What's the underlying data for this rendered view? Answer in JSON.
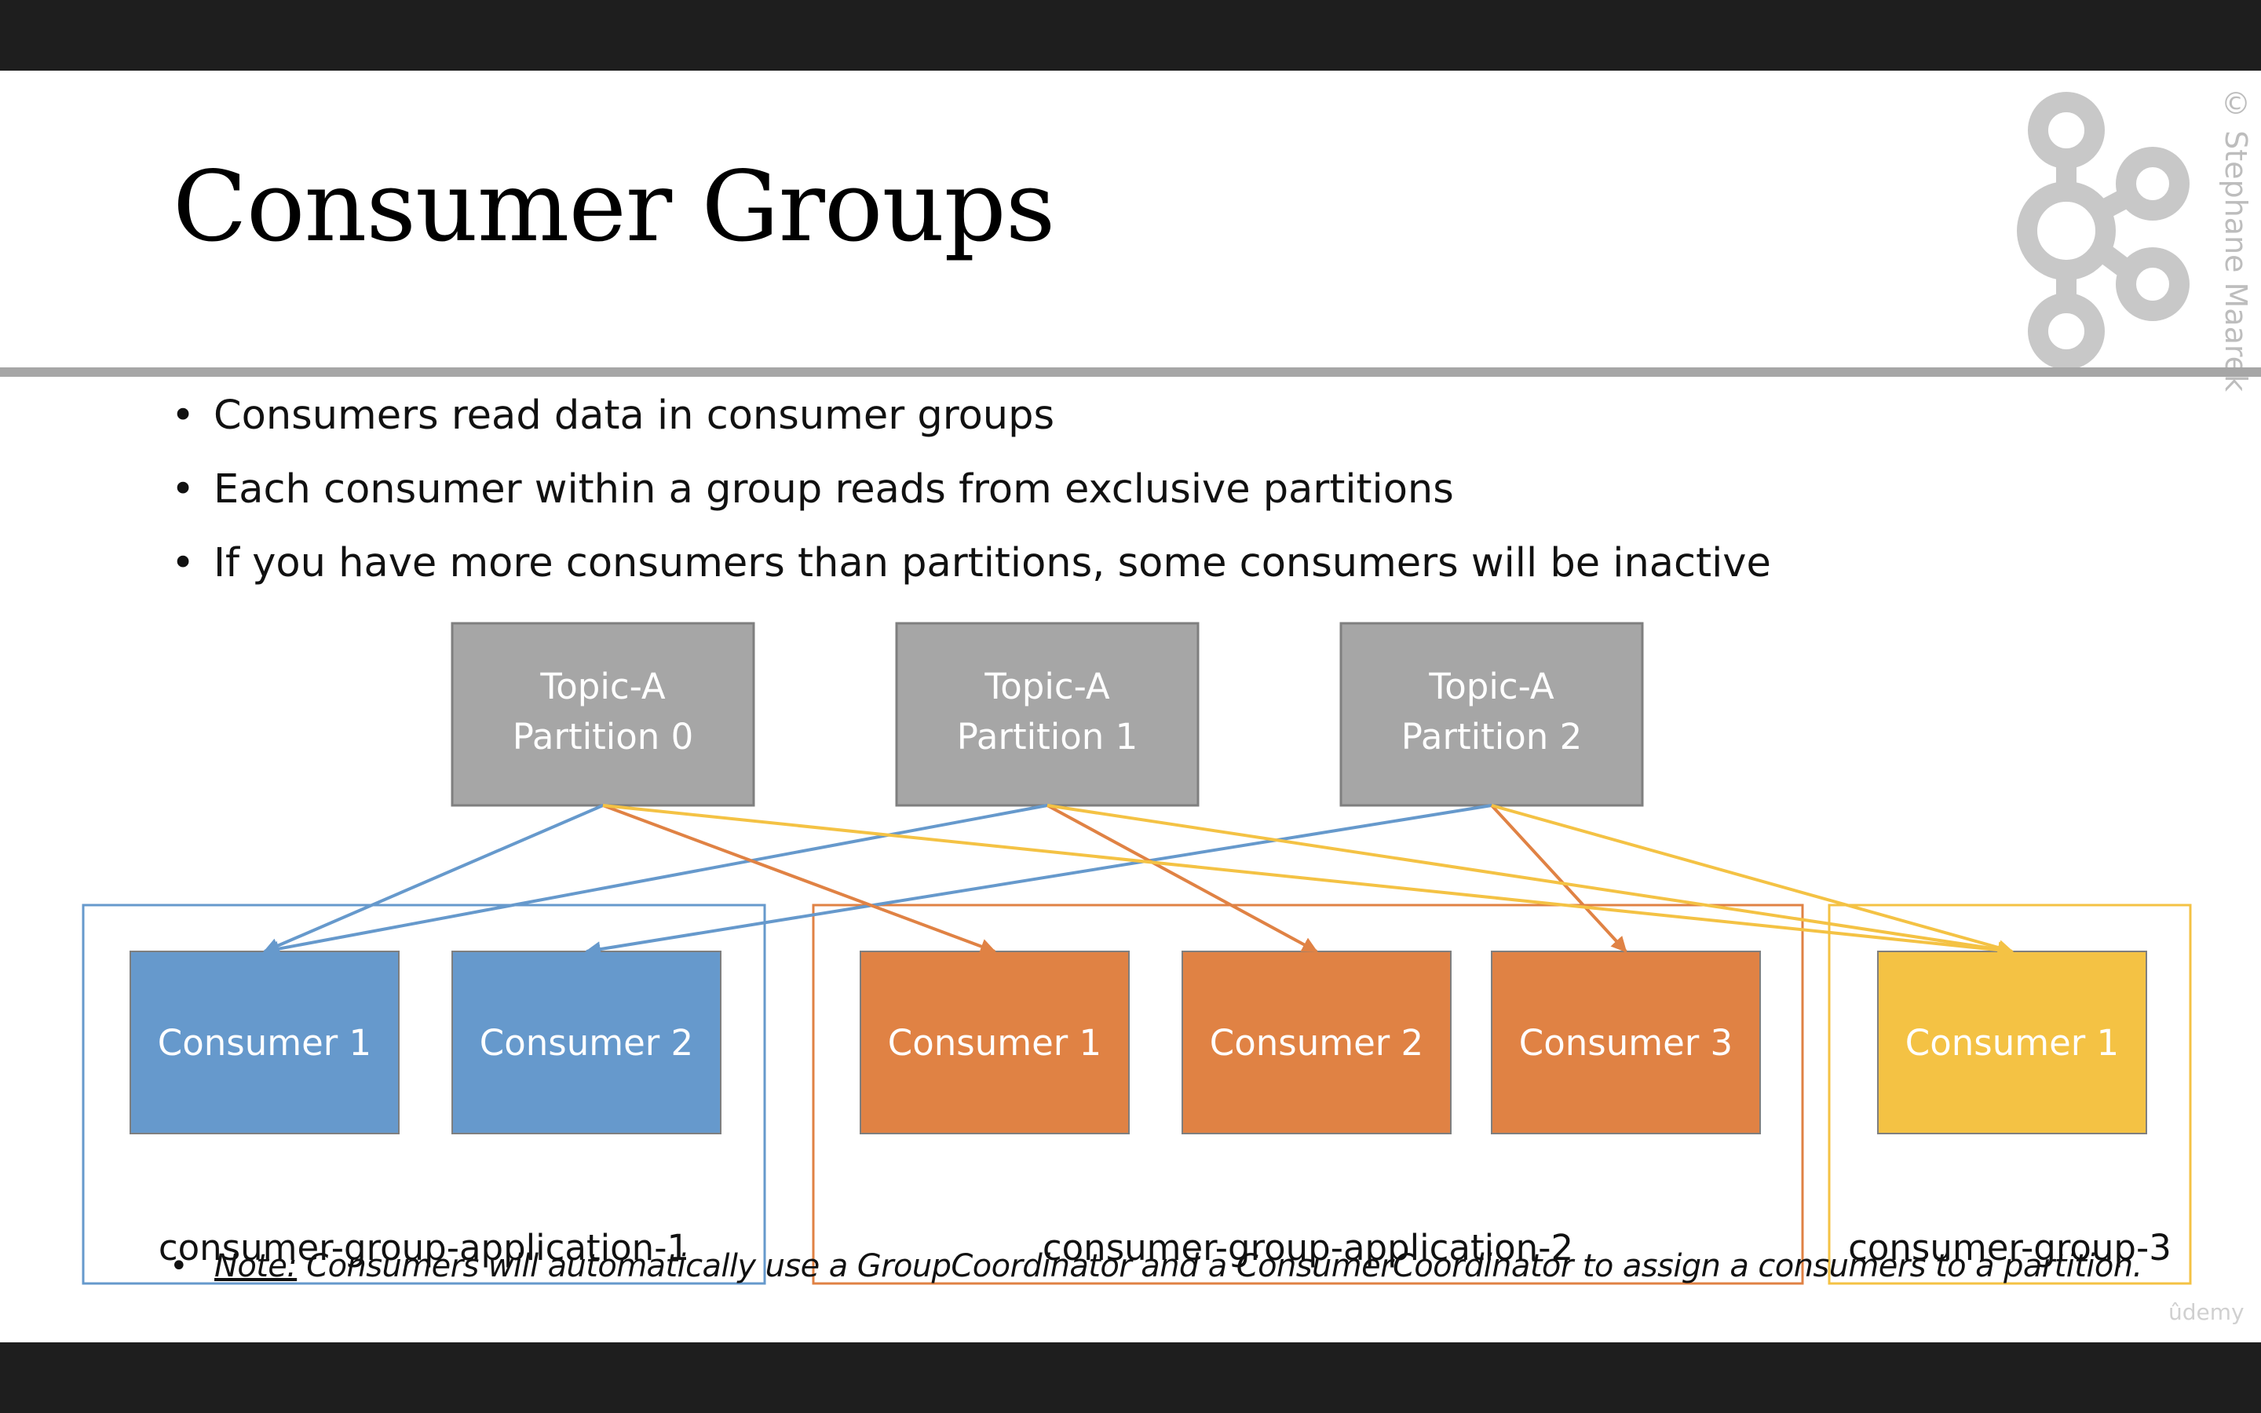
{
  "title": "Consumer Groups",
  "watermark": "© Stephane Maarek",
  "bullets": [
    "Consumers read data in consumer groups",
    "Each consumer within a group reads from exclusive partitions",
    "If you have more consumers than partitions, some consumers will be inactive"
  ],
  "partitions": [
    {
      "line1": "Topic-A",
      "line2": "Partition 0"
    },
    {
      "line1": "Topic-A",
      "line2": "Partition 1"
    },
    {
      "line1": "Topic-A",
      "line2": "Partition 2"
    }
  ],
  "groups": [
    {
      "label": "consumer-group-application-1",
      "color": "#6699cc",
      "consumers": [
        "Consumer 1",
        "Consumer 2"
      ]
    },
    {
      "label": "consumer-group-application-2",
      "color": "#e08244",
      "consumers": [
        "Consumer 1",
        "Consumer 2",
        "Consumer 3"
      ]
    },
    {
      "label": "consumer-group-3",
      "color": "#f4c244",
      "consumers": [
        "Consumer 1"
      ]
    }
  ],
  "assignments": [
    {
      "group": 0,
      "partition": 0,
      "consumer": 0
    },
    {
      "group": 0,
      "partition": 1,
      "consumer": 0
    },
    {
      "group": 0,
      "partition": 2,
      "consumer": 1
    },
    {
      "group": 1,
      "partition": 0,
      "consumer": 0
    },
    {
      "group": 1,
      "partition": 1,
      "consumer": 1
    },
    {
      "group": 1,
      "partition": 2,
      "consumer": 2
    },
    {
      "group": 2,
      "partition": 0,
      "consumer": 0
    },
    {
      "group": 2,
      "partition": 1,
      "consumer": 0
    },
    {
      "group": 2,
      "partition": 2,
      "consumer": 0
    }
  ],
  "colors": {
    "partition_fill": "#a6a6a6",
    "partition_stroke": "#7f7f7f",
    "rule": "#a6a6a6",
    "logo": "#c8c8c8"
  },
  "note": {
    "label": "Note:",
    "text": " Consumers will automatically use a GroupCoordinator and a ConsumerCoordinator to assign a consumers to a partition."
  },
  "udemy": "ûdemy"
}
